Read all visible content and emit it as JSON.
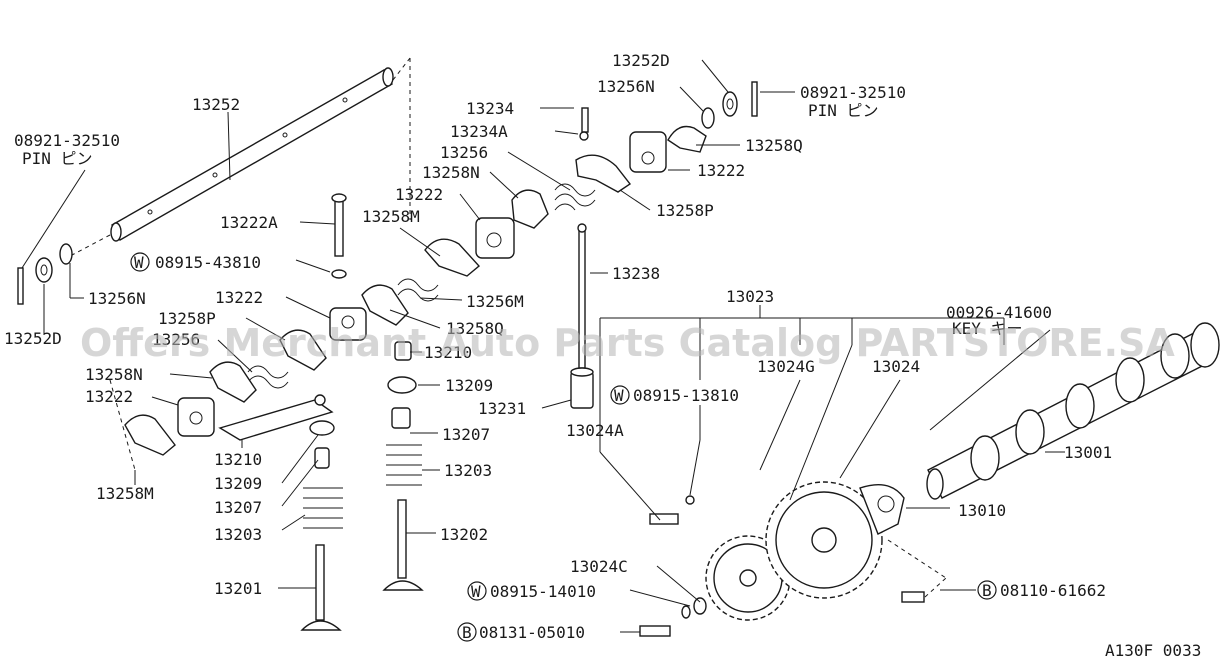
{
  "watermark": "Offers Merchant Auto Parts Catalog PARTSTORE.SA",
  "diagram_code": "A130F 0033",
  "labels": {
    "p13252d_top": "13252D",
    "p13256n_top": "13256N",
    "pin_top_code": "08921-32510",
    "pin_top_text": "PIN ピン",
    "p13234": "13234",
    "p13234a": "13234A",
    "p13256": "13256",
    "p13258q_top": "13258Q",
    "p13258n_mid": "13258N",
    "p13222_right": "13222",
    "p13222_mid": "13222",
    "p13258p_right": "13258P",
    "p13252": "13252",
    "pin_left_code": "08921-32510",
    "pin_left_text": "PIN ピン",
    "p13222a": "13222A",
    "p13258m_mid": "13258M",
    "w08915_43810": "08915-43810",
    "p13238": "13238",
    "p13256m": "13256M",
    "p13256n_left": "13256N",
    "p13252d_left": "13252D",
    "p13222_left": "13222",
    "p13258p_left": "13258P",
    "p13256_left": "13256",
    "p13258q_left": "13258Q",
    "p13210_upper": "13210",
    "p13258n_left": "13258N",
    "p13222_lower": "13222",
    "p13258m_left": "13258M",
    "p13023": "13023",
    "p00926_41600": "00926-41600",
    "key_text": "KEY キー",
    "p13024": "13024",
    "p13024g": "13024G",
    "w08915_13810": "08915-13810",
    "p13209_right": "13209",
    "p13231": "13231",
    "p13024a": "13024A",
    "p13207_right": "13207",
    "p13203_right": "13203",
    "p13001": "13001",
    "p13210_lower": "13210",
    "p13209_left": "13209",
    "p13207_left": "13207",
    "p13203_left": "13203",
    "p13202": "13202",
    "p13010": "13010",
    "p13201": "13201",
    "p13024c": "13024C",
    "w08915_14010": "08915-14010",
    "b08110_61662": "08110-61662",
    "b08131_05010": "08131-05010",
    "mark_w": "W",
    "mark_b": "B"
  }
}
